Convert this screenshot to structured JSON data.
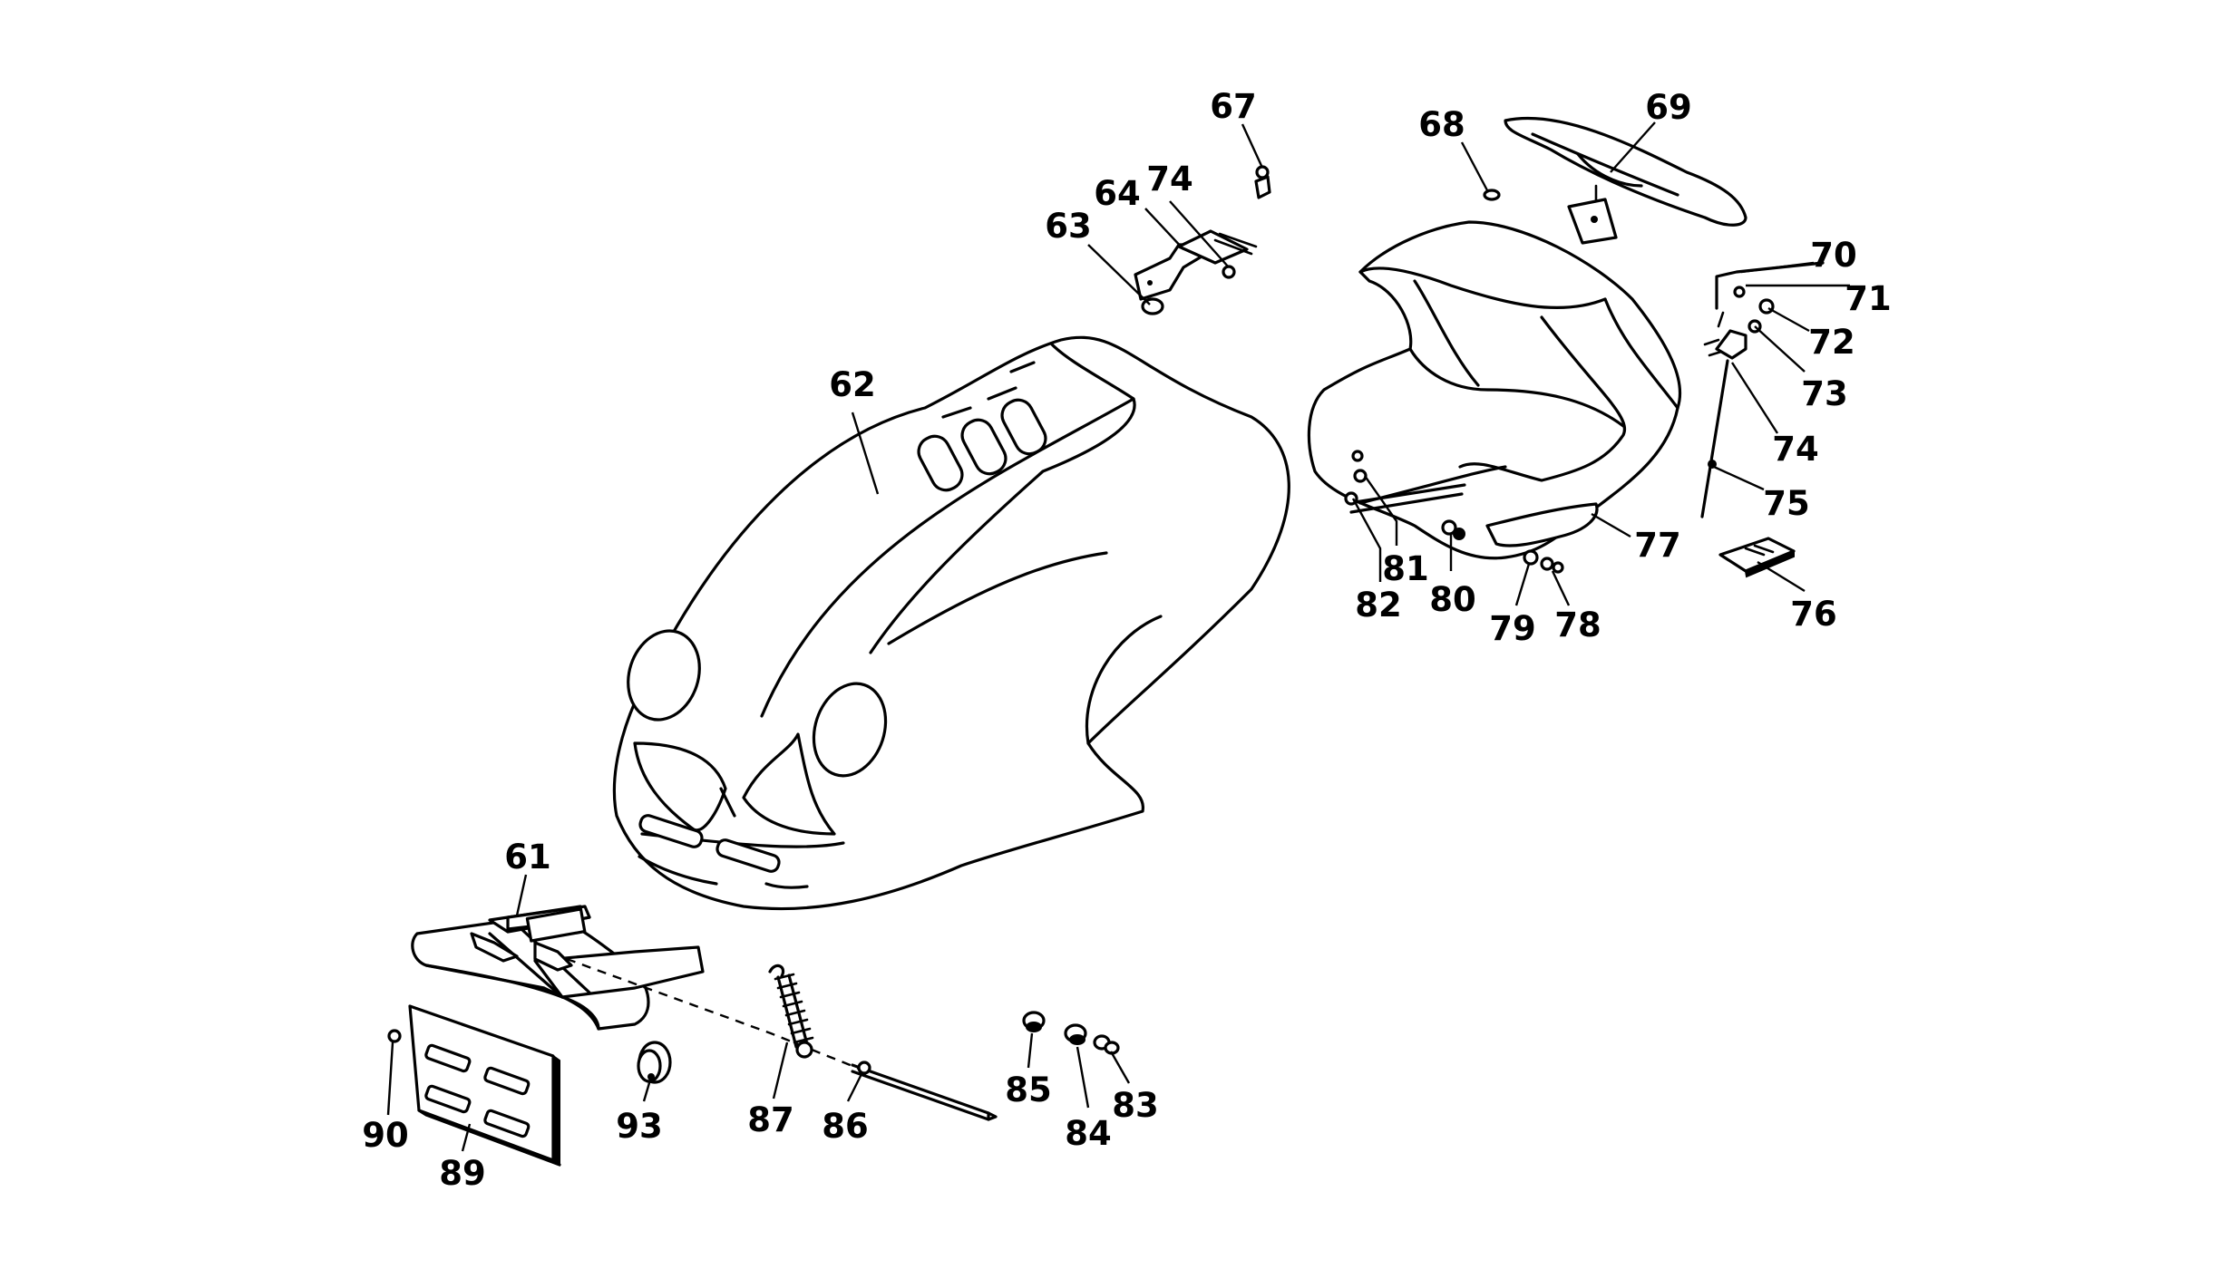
{
  "labels": {
    "p61": "61",
    "p62": "62",
    "p63": "63",
    "p64": "64",
    "p67": "67",
    "p68": "68",
    "p69": "69",
    "p70": "70",
    "p71": "71",
    "p72": "72",
    "p73": "73",
    "p74a": "74",
    "p74b": "74",
    "p75": "75",
    "p76": "76",
    "p77": "77",
    "p78": "78",
    "p79": "79",
    "p80": "80",
    "p81": "81",
    "p82": "82",
    "p83": "83",
    "p84": "84",
    "p85": "85",
    "p86": "86",
    "p87": "87",
    "p89": "89",
    "p90": "90",
    "p93": "93"
  }
}
